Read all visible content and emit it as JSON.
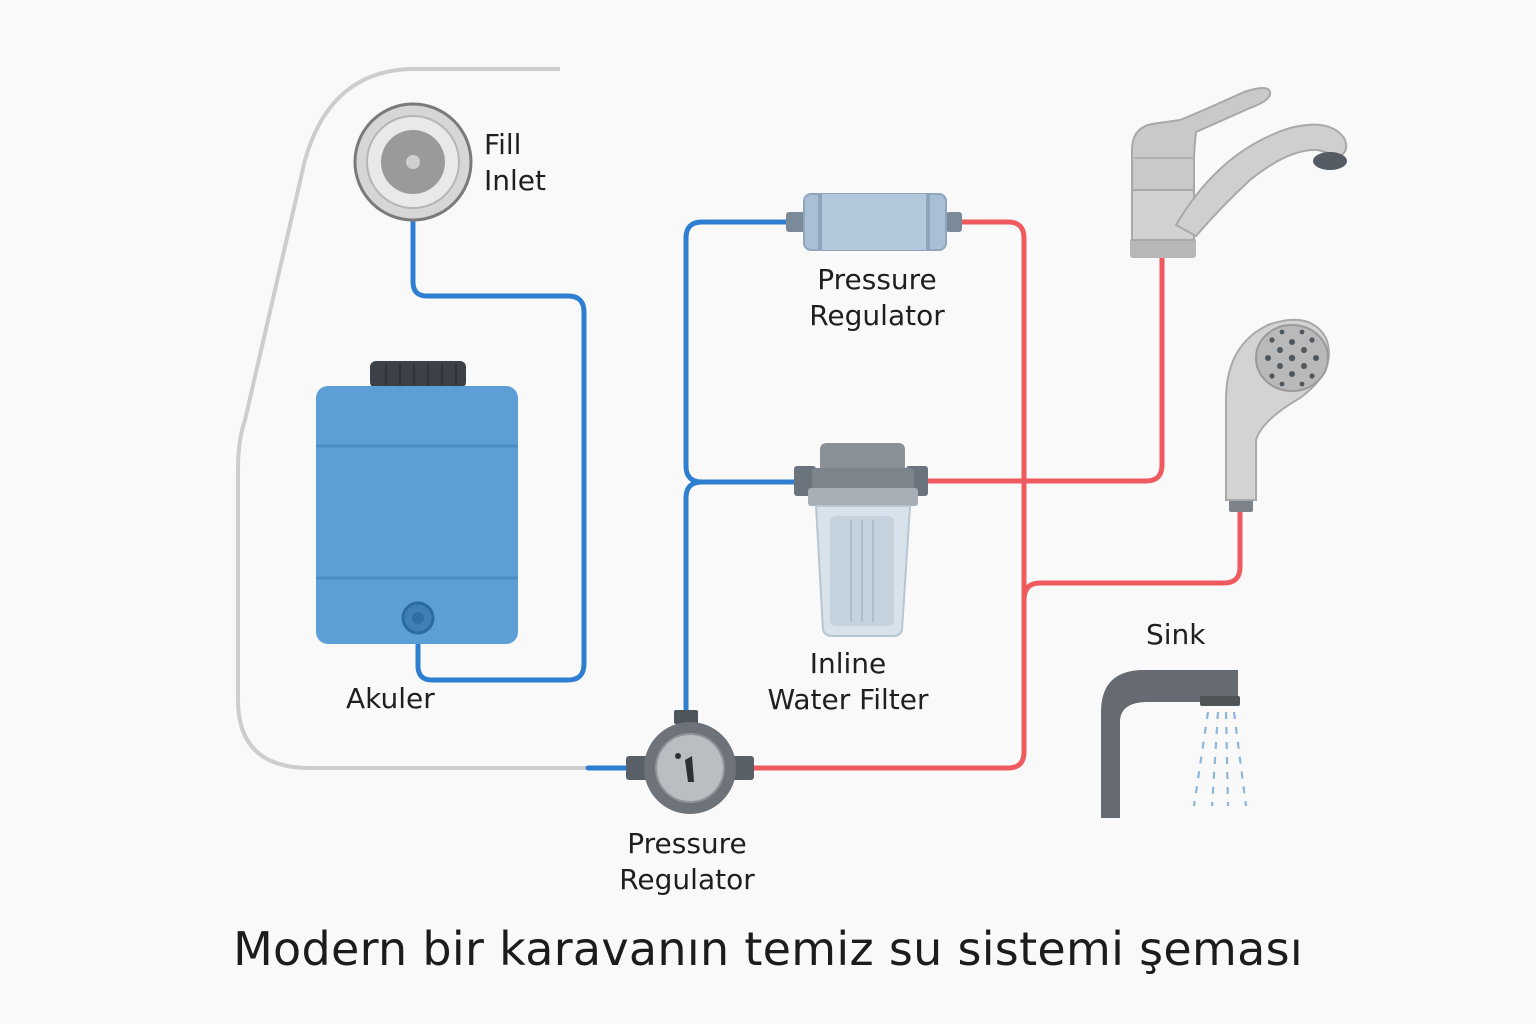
{
  "title": "Modern bir karavanın temiz su sistemi şeması",
  "labels": {
    "fill_inlet": [
      "Fill",
      "Inlet"
    ],
    "pressure_regulator_top": [
      "Pressure",
      "Regulator"
    ],
    "inline_water_filter": [
      "Inline",
      "Water Filter"
    ],
    "akuler": "Akuler",
    "pressure_regulator_bottom": [
      "Pressure",
      "Regulator"
    ],
    "sink": "Sink"
  },
  "colors": {
    "cold_line": "#2f7fd1",
    "hot_line": "#ef5a5e",
    "outline": "#c9c9c9",
    "tank": "#5b9fd6",
    "metal": "#c8c8c8",
    "dark_metal": "#6e7379"
  },
  "icons": [
    "fill-inlet-icon",
    "water-tank-icon",
    "pressure-regulator-icon",
    "inline-water-filter-icon",
    "faucet-icon",
    "shower-head-icon",
    "sink-spout-icon",
    "pressure-gauge-icon"
  ]
}
